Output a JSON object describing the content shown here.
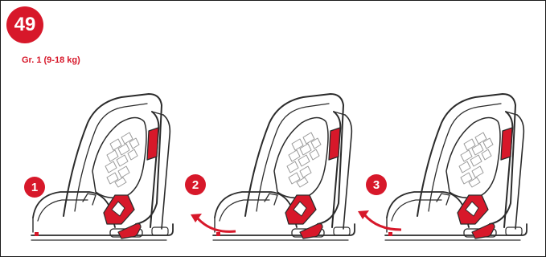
{
  "figure": {
    "step_number": "49",
    "group_label": "Gr. 1 (9-18 kg)",
    "sub_steps": [
      "1",
      "2",
      "3"
    ]
  },
  "colors": {
    "accent": "#d7182a",
    "line": "#2b2b2b",
    "light_line": "#9a9a9a",
    "background": "#ffffff"
  },
  "icons": {
    "seat": "child-car-seat-illustration",
    "arrow": "curved-arrow-icon"
  }
}
